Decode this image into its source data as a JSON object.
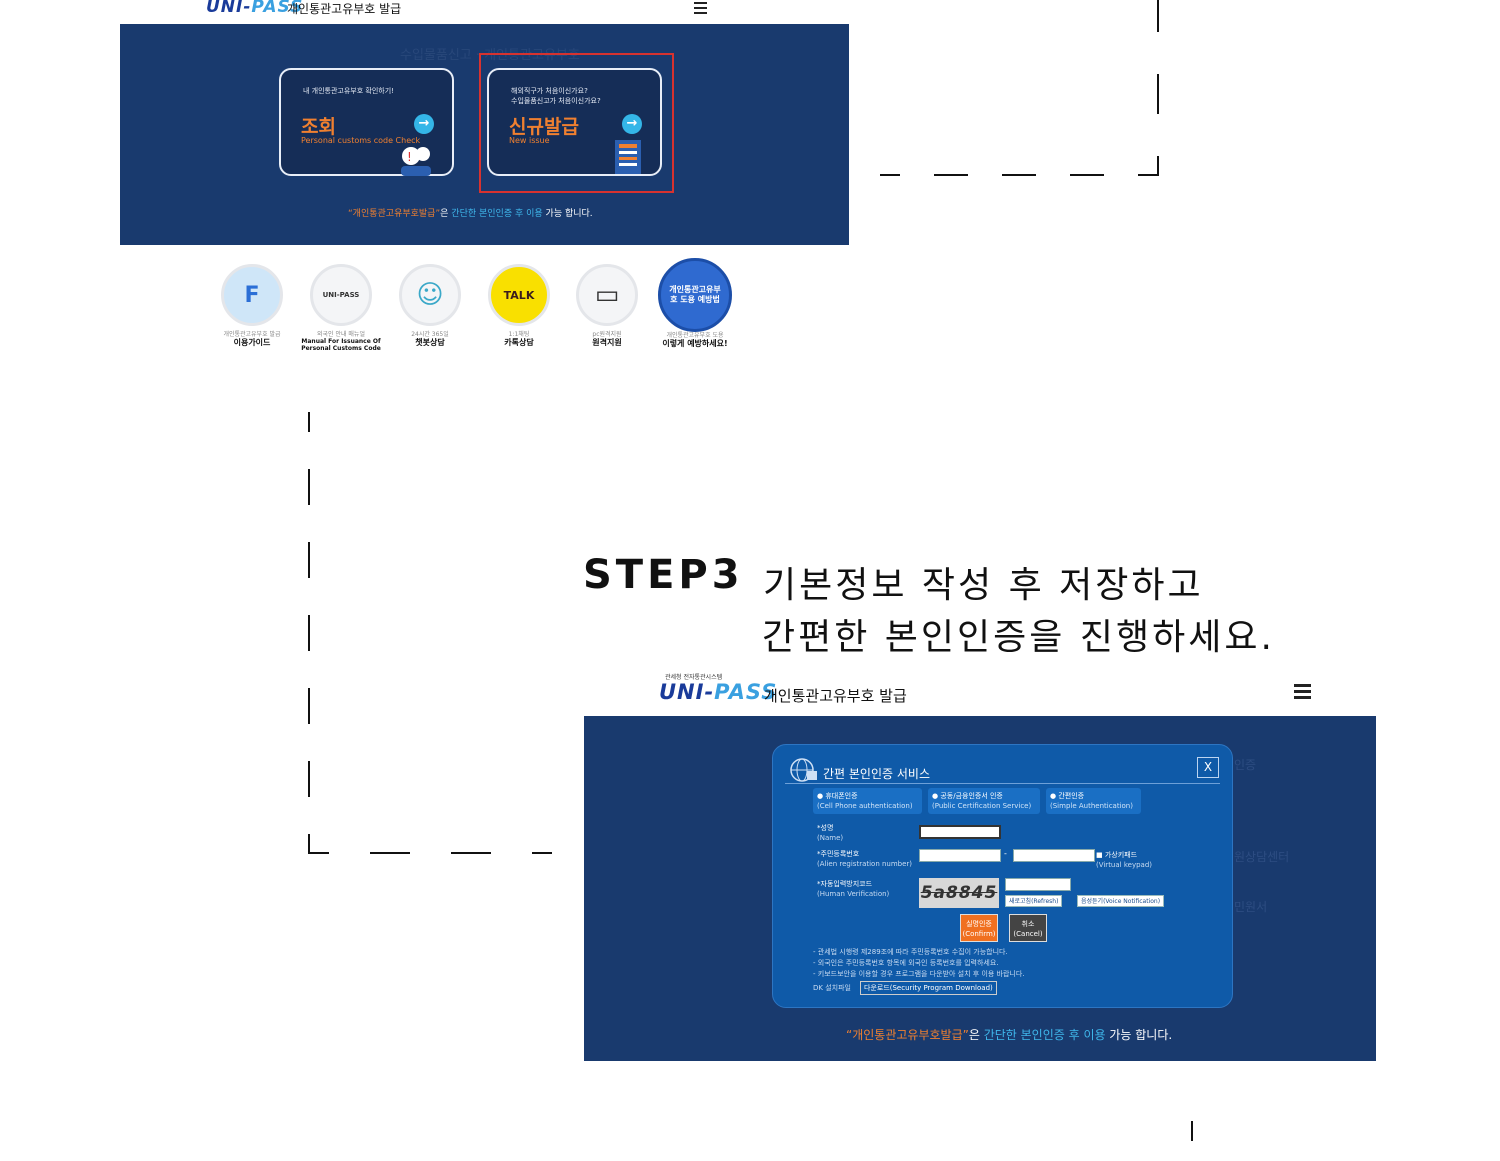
{
  "top_header": {
    "logo_uni": "UNI-",
    "logo_pass": "PASS",
    "title": "개인통관고유부호 발급"
  },
  "top_screenshot": {
    "cards": [
      {
        "sub": "내 개인통관고유부호 확인하기!",
        "title": "조회",
        "subtitle": "Personal customs code Check"
      },
      {
        "sub": "해외직구가 처음이신가요?\n수입물품신고가 처음이신가요?",
        "title": "신규발급",
        "subtitle": "New issue"
      }
    ],
    "notice_a": "“개인통관고유부호발급”",
    "notice_b": "은 ",
    "notice_c": "간단한 본인인증 후 이용",
    "notice_d": " 가능 합니다."
  },
  "quick_icons": [
    {
      "glyph": "F",
      "small": "개인통관고유부호 발급",
      "label": "이용가이드"
    },
    {
      "glyph": "UNI-PASS",
      "small": "외국인 안내 매뉴얼",
      "label": "Manual For Issuance Of Personal Customs Code"
    },
    {
      "glyph": "☺",
      "small": "24시간 365일",
      "label": "챗봇상담"
    },
    {
      "glyph": "TALK",
      "small": "1:1채팅",
      "label": "카톡상담"
    },
    {
      "glyph": "▭",
      "small": "pc원격지원",
      "label": "원격지원"
    },
    {
      "glyph": "개인통관고유부호 도용 예방법",
      "small": "개인통관고유부호 도용",
      "label": "이렇게 예방하세요!"
    }
  ],
  "step": {
    "label": "STEP3",
    "line1": "기본정보 작성 후 저장하고",
    "line2": "간편한 본인인증을 진행하세요."
  },
  "bottom_header": {
    "tagline": "관세청 전자통관시스템",
    "logo_uni": "UNI-",
    "logo_pass": "PASS",
    "title": "개인통관고유부호 발급"
  },
  "modal": {
    "title": "간편 본인인증 서비스",
    "close": "X",
    "tabs": [
      {
        "ko": "● 휴대폰인증",
        "en": "(Cell Phone authentication)"
      },
      {
        "ko": "● 공동/금융인증서 인증",
        "en": "(Public Certification Service)"
      },
      {
        "ko": "● 간편인증",
        "en": "(Simple Authentication)"
      }
    ],
    "name_label": "*성명",
    "name_en": "(Name)",
    "reg_label": "*주민등록번호",
    "reg_en": "(Alien registration number)",
    "dash": "-",
    "vkey_label": "■ 가상키패드",
    "vkey_en": "(Virtual keypad)",
    "captcha_label": "*자동입력방지코드",
    "captcha_en": "(Human Verification)",
    "captcha_text": "5a8845",
    "refresh": "새로고침(Refresh)",
    "voice": "음성듣기(Voice Notification)",
    "confirm_ko": "실명인증",
    "confirm_en": "(Confirm)",
    "cancel_ko": "취소",
    "cancel_en": "(Cancel)",
    "info1": "- 관세법 시행령 제289조에 따라 주민등록번호 수집이 가능합니다.",
    "info2": "- 외국인은 주민등록번호 항목에 외국인 등록번호를 입력하세요.",
    "info3": "- 키보드보안을 이용할 경우 프로그램을 다운받아 설치 후 이용 바랍니다.",
    "install_label": "DK 설치파일",
    "download": "다운로드(Security Program Download)"
  },
  "bottom_notice": {
    "a": "“개인통관고유부호발급”",
    "b": "은 ",
    "c": "간단한 본인인증 후 이용",
    "d": " 가능 합니다."
  },
  "colors": {
    "navy_bg": "#193a6e",
    "modal_blue": "#0f5aa8",
    "orange": "#f08030",
    "cyan": "#3fb8ec",
    "highlight_red": "#d7322f"
  }
}
